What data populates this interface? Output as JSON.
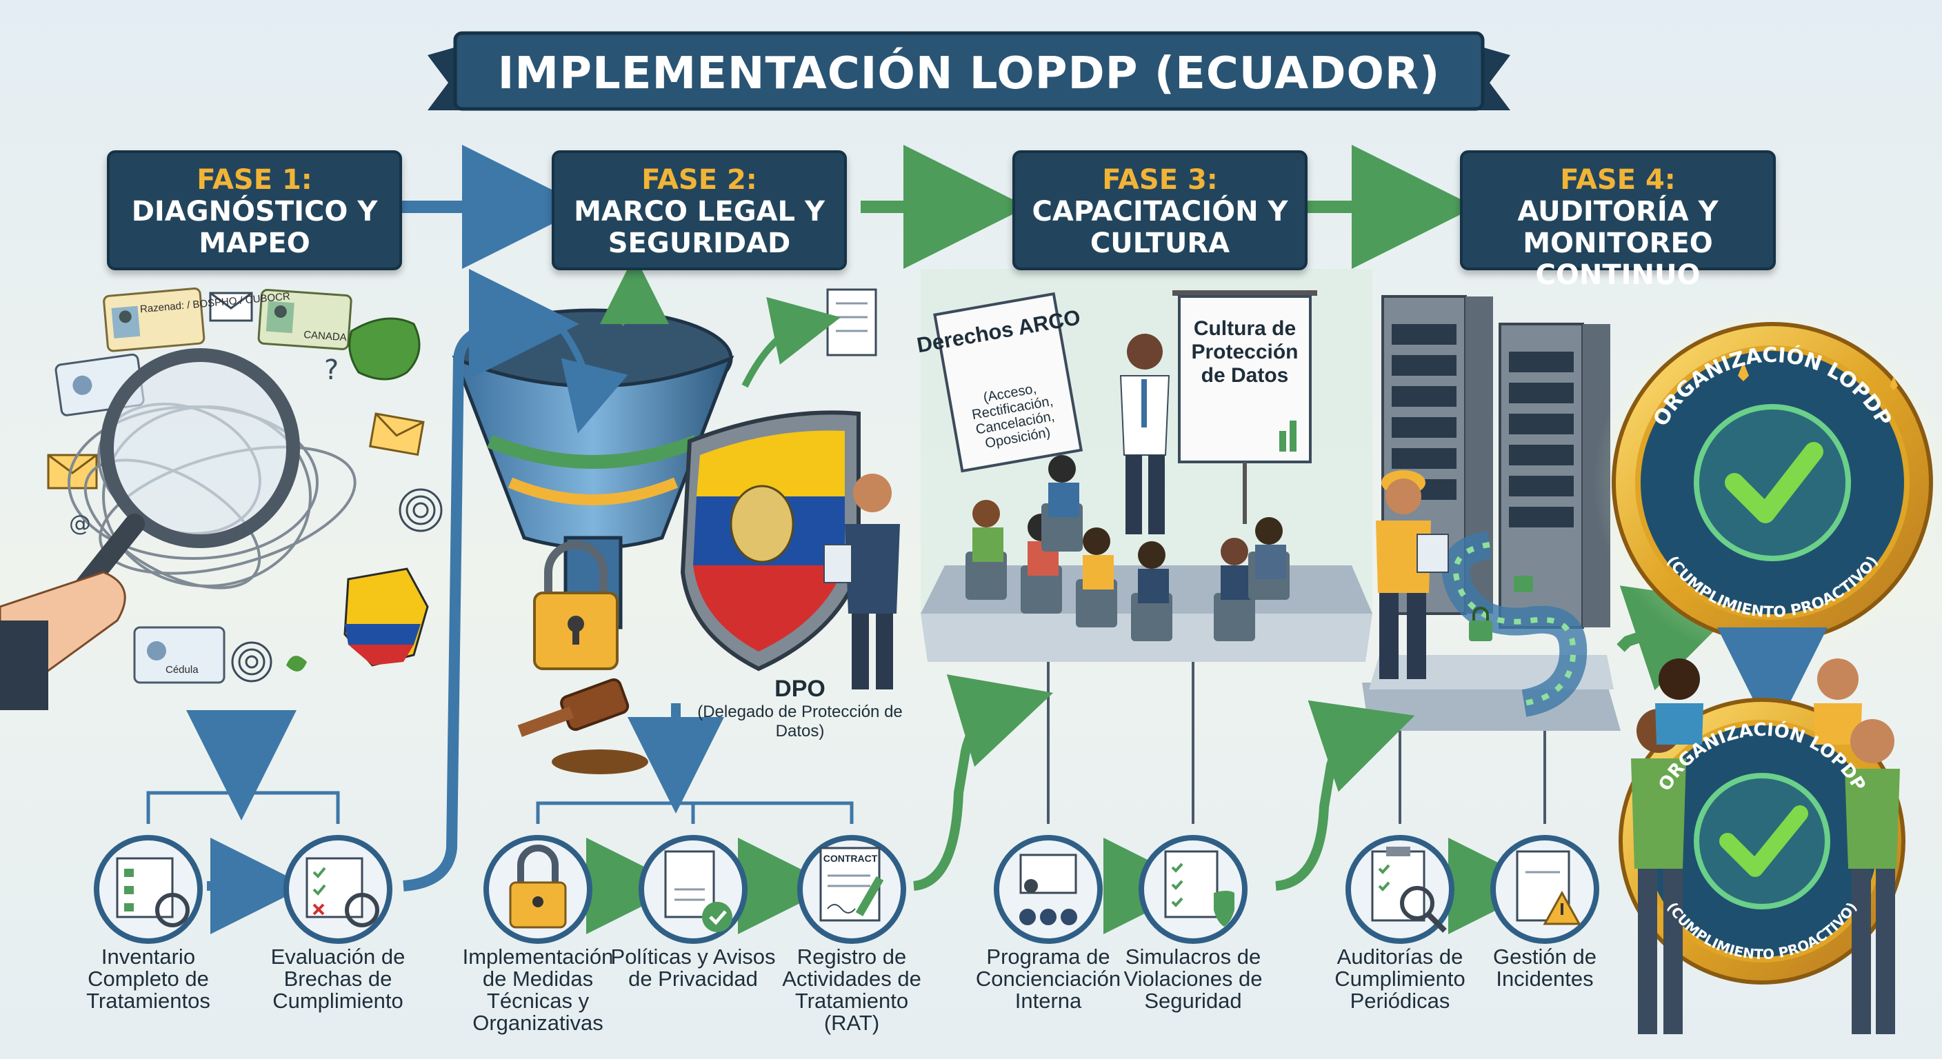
{
  "title": "IMPLEMENTACIÓN LOPDP (ECUADOR)",
  "phases": [
    {
      "num": "FASE 1:",
      "name": "DIAGNÓSTICO Y MAPEO"
    },
    {
      "num": "FASE 2:",
      "name": "MARCO LEGAL Y SEGURIDAD"
    },
    {
      "num": "FASE 3:",
      "name": "CAPACITACIÓN Y CULTURA"
    },
    {
      "num": "FASE 4:",
      "name": "AUDITORÍA Y MONITOREO CONTINUO"
    }
  ],
  "steps": [
    {
      "label": "Inventario Completo de Tratamientos"
    },
    {
      "label": "Evaluación de Brechas de Cumplimiento"
    },
    {
      "label": "Implementación de Medidas Técnicas y Organizativas"
    },
    {
      "label": "Políticas y Avisos de Privacidad"
    },
    {
      "label": "Registro de Actividades de Tratamiento (RAT)"
    },
    {
      "label": "Programa de Concienciación Interna"
    },
    {
      "label": "Simulacros de Violaciones de Seguridad"
    },
    {
      "label": "Auditorías de Cumplimiento Periódicas"
    },
    {
      "label": "Gestión de Incidentes"
    }
  ],
  "dpo": {
    "title": "DPO",
    "subtitle": "(Delegado de Protección de Datos)"
  },
  "board_arco": {
    "title": "Derechos ARCO",
    "detail": "(Acceso, Rectificación, Cancelación, Oposición)"
  },
  "board_cultura": {
    "title": "Cultura de Protección de Datos"
  },
  "contract_label": "CONTRACT",
  "cards": {
    "card1": "Razenad: / BOSPHO / CUBOCR",
    "card2": "CANADA",
    "card3": "Cédula"
  },
  "seal": {
    "top_text": "ORGANIZACIÓN LOPDP",
    "bottom_text": "(CUMPLIMIENTO PROACTIVO)"
  },
  "colors": {
    "navy": "#22455d",
    "gold": "#f2b437",
    "blue_arrow": "#3d78a8",
    "green_arrow": "#4d9c5a",
    "ecuador_yellow": "#f5c518",
    "ecuador_blue": "#1f4fa3",
    "ecuador_red": "#d32f2f"
  }
}
